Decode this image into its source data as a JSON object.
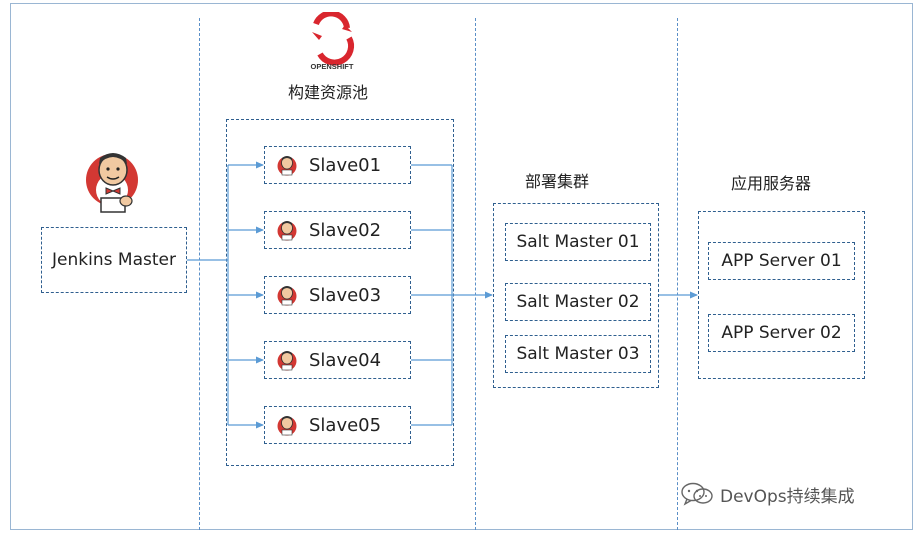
{
  "header": {
    "openshift_wordmark": "OPENSHIFT",
    "pool_title": "构建资源池"
  },
  "master": {
    "label": "Jenkins Master"
  },
  "slaves": [
    {
      "label": "Slave01"
    },
    {
      "label": "Slave02"
    },
    {
      "label": "Slave03"
    },
    {
      "label": "Slave04"
    },
    {
      "label": "Slave05"
    }
  ],
  "deploy": {
    "title": "部署集群",
    "items": [
      {
        "label": "Salt Master 01"
      },
      {
        "label": "Salt Master 02"
      },
      {
        "label": "Salt Master 03"
      }
    ]
  },
  "apps": {
    "title": "应用服务器",
    "items": [
      {
        "label": "APP Server 01"
      },
      {
        "label": "APP Server 02"
      }
    ]
  },
  "watermark": {
    "text": "DevOps持续集成"
  },
  "colors": {
    "connector": "#5b9bd5",
    "box_border": "#2f5f8f",
    "openshift_red": "#d9262e",
    "jenkins_red": "#d33833"
  },
  "icons": {
    "openshift_logo": "openshift-logo-icon",
    "jenkins_large": "jenkins-mascot-icon",
    "jenkins_small": "jenkins-mini-icon",
    "wechat": "wechat-icon"
  }
}
